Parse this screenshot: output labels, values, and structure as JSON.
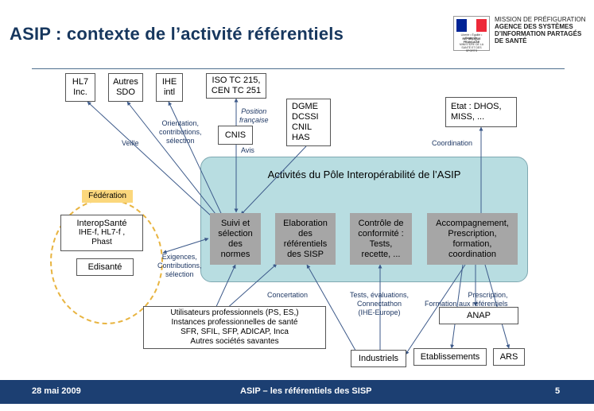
{
  "header": {
    "title": "ASIP : contexte de l’activité référentiels",
    "logo_line1": "MISSION DE PRÉFIGURATION",
    "logo_line2": "AGENCE DES SYSTÈMES",
    "logo_line3": "D’INFORMATION PARTAGÉS",
    "logo_line4": "DE SANTÉ",
    "logo_mini1": "Liberté • Égalité • Fraternité",
    "logo_mini2": "RÉPUBLIQUE FRANÇAISE",
    "logo_mini3": "MINISTÈRE DE LA SANTÉ ET DES SPORTS",
    "colors": {
      "title": "#17375e",
      "flag_blue": "#002395",
      "flag_white": "#ffffff",
      "flag_red": "#ed2939"
    }
  },
  "top_boxes": {
    "hl7": [
      "HL7",
      "Inc."
    ],
    "autres_sdo": [
      "Autres",
      "SDO"
    ],
    "ihe": [
      "IHE",
      "intl"
    ],
    "iso": [
      "ISO TC 215,",
      "CEN TC 251"
    ],
    "cnis": "CNIS",
    "dgme": [
      "DGME",
      "DCSSI",
      "CNIL",
      "HAS"
    ],
    "etat": [
      "Etat : DHOS,",
      "MISS, ..."
    ]
  },
  "pole": {
    "title": "Activités du Pôle Interopérabilité de l’ASIP",
    "color": "#b8dde1",
    "activities": [
      [
        "Suivi et",
        "sélection",
        "des",
        "normes"
      ],
      [
        "Elaboration",
        "des",
        "référentiels",
        "des SISP"
      ],
      [
        "Contrôle de",
        "conformité :",
        "Tests,",
        "recette, ..."
      ],
      [
        "Accompagnement,",
        "Prescription,",
        "formation,",
        "coordination"
      ]
    ]
  },
  "federation": {
    "badge": "Fédération",
    "interopsante": [
      "InteropSanté",
      "IHE-f, HL7-f ,",
      "Phast"
    ],
    "edisante": "Edisanté",
    "badge_color": "#fbd77c",
    "ring_color": "#e8b440"
  },
  "bottom": {
    "users": [
      "Utilisateurs professionnels (PS, ES,)",
      "Instances professionnelles  de santé",
      "SFR, SFIL, SFP, ADICAP, Inca",
      "Autres sociétés savantes"
    ],
    "industriels": "Industriels",
    "anap": "ANAP",
    "etablissements": "Etablissements",
    "ars": "ARS"
  },
  "labels": {
    "veille": "Veille",
    "orientation": [
      "Orientation,",
      "contributions,",
      "sélection"
    ],
    "position": [
      "Position",
      "française"
    ],
    "avis": "Avis",
    "coordination": "Coordination",
    "exigences": [
      "Exigences,",
      "Contributions,",
      "sélection"
    ],
    "concertation": "Concertation",
    "tests": [
      "Tests, évaluations,",
      "Connectathon",
      "(IHE-Europe)"
    ],
    "prescription": [
      "Prescription,",
      "Formation aux référentiels"
    ]
  },
  "footer": {
    "date": "28 mai 2009",
    "center": "ASIP – les référentiels des SISP",
    "page": "5",
    "color": "#1c3f72"
  }
}
